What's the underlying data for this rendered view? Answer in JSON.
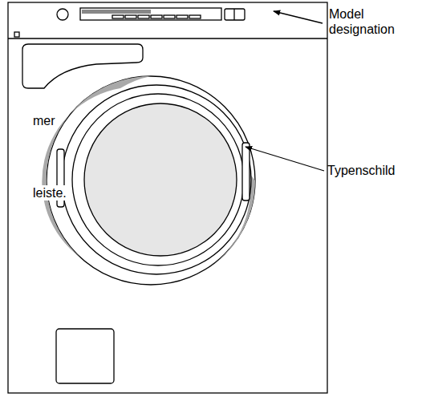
{
  "diagram": {
    "labels": [
      "mer",
      "leiste.",
      "Model designation",
      "Typenschild"
    ]
  }
}
